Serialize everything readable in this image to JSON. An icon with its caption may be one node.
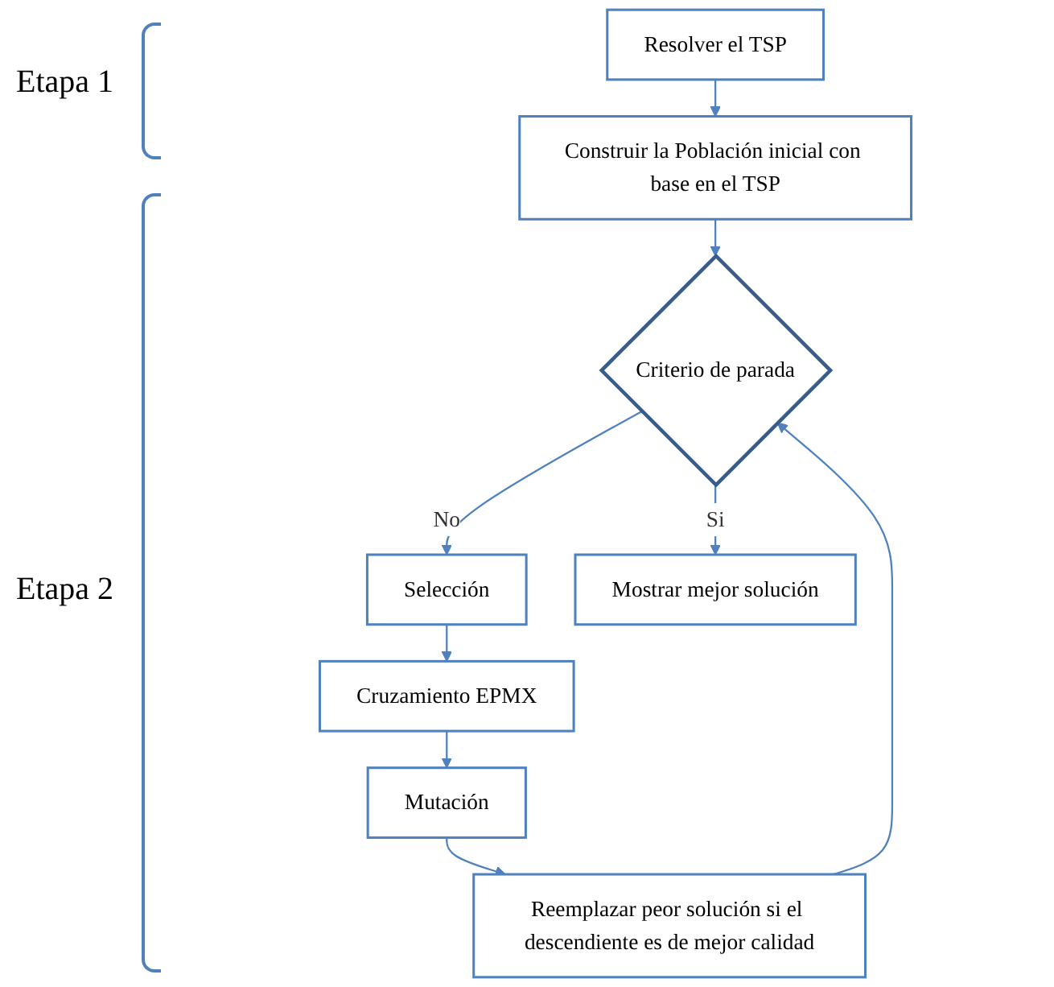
{
  "diagram": {
    "nodes": [
      {
        "text": [
          "Resolver el TSP"
        ]
      },
      {
        "text": [
          "Construir la Población inicial con base en el TSP"
        ]
      },
      {
        "text": [
          "Criterio de parada"
        ]
      },
      {
        "text": [
          "Selección"
        ]
      },
      {
        "text": [
          "Cruzamiento EPMX"
        ]
      },
      {
        "text": [
          "Mutación"
        ]
      },
      {
        "text": [
          "Reemplazar peor solución si el descendiente es de mejor calidad"
        ]
      },
      {
        "text": [
          "Mostrar mejor solución"
        ]
      }
    ],
    "edges": [
      {
        "from": 0,
        "to": 1,
        "arrow": "to"
      },
      {
        "from": 1,
        "to": 2,
        "arrow": "to"
      },
      {
        "from": 2,
        "to": 3,
        "label": "No",
        "arrow": "to"
      },
      {
        "from": 3,
        "to": 4,
        "arrow": "to"
      },
      {
        "from": 4,
        "to": 5,
        "arrow": "to"
      },
      {
        "from": 5,
        "to": 6,
        "arrow": "to"
      },
      {
        "from": 6,
        "to": 2,
        "arrow": "to"
      },
      {
        "from": 2,
        "to": 7,
        "label": "Si",
        "arrow": "to"
      }
    ],
    "labels": [
      "Etapa 1",
      "Etapa 2"
    ]
  }
}
